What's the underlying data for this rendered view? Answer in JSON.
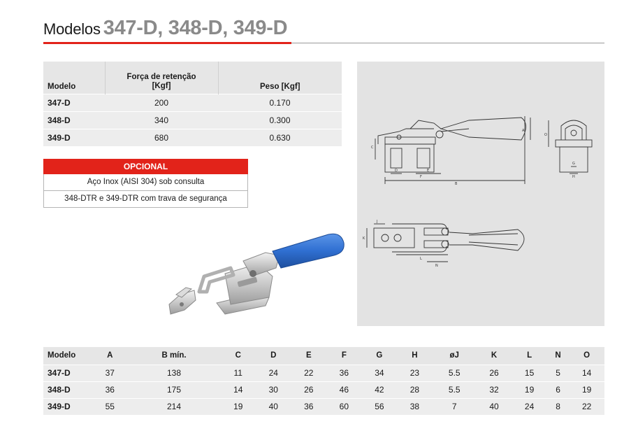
{
  "title": {
    "prefix": "Modelos",
    "models": "347-D, 348-D, 349-D"
  },
  "spec_table": {
    "headers": {
      "model": "Modelo",
      "force_line1": "Força de retenção",
      "force_line2": "[Kgf]",
      "weight": "Peso  [Kgf]"
    },
    "rows": [
      {
        "model": "347-D",
        "force": "200",
        "weight": "0.170"
      },
      {
        "model": "348-D",
        "force": "340",
        "weight": "0.300"
      },
      {
        "model": "349-D",
        "force": "680",
        "weight": "0.630"
      }
    ]
  },
  "optional": {
    "header": "OPCIONAL",
    "items": [
      "Aço Inox (AISI 304) sob consulta",
      "348-DTR e 349-DTR com trava de segurança"
    ]
  },
  "drawing_labels": {
    "a": "A",
    "b": "B",
    "c": "C",
    "d": "D",
    "e": "E",
    "f": "F",
    "g": "G",
    "h": "H",
    "j": "J",
    "k": "K",
    "l": "L",
    "n": "N",
    "o": "O"
  },
  "dim_table": {
    "headers": [
      "Modelo",
      "A",
      "B mín.",
      "C",
      "D",
      "E",
      "F",
      "G",
      "H",
      "øJ",
      "K",
      "L",
      "N",
      "O"
    ],
    "rows": [
      [
        "347-D",
        "37",
        "138",
        "11",
        "24",
        "22",
        "36",
        "34",
        "23",
        "5.5",
        "26",
        "15",
        "5",
        "14"
      ],
      [
        "348-D",
        "36",
        "175",
        "14",
        "30",
        "26",
        "46",
        "42",
        "28",
        "5.5",
        "32",
        "19",
        "6",
        "19"
      ],
      [
        "349-D",
        "55",
        "214",
        "19",
        "40",
        "36",
        "60",
        "56",
        "38",
        "7",
        "40",
        "24",
        "8",
        "22"
      ]
    ]
  },
  "colors": {
    "accent_red": "#e2231a",
    "handle_blue": "#2f6fd1",
    "table_gray": "#e6e6e6",
    "title_gray": "#8a8a8a"
  }
}
